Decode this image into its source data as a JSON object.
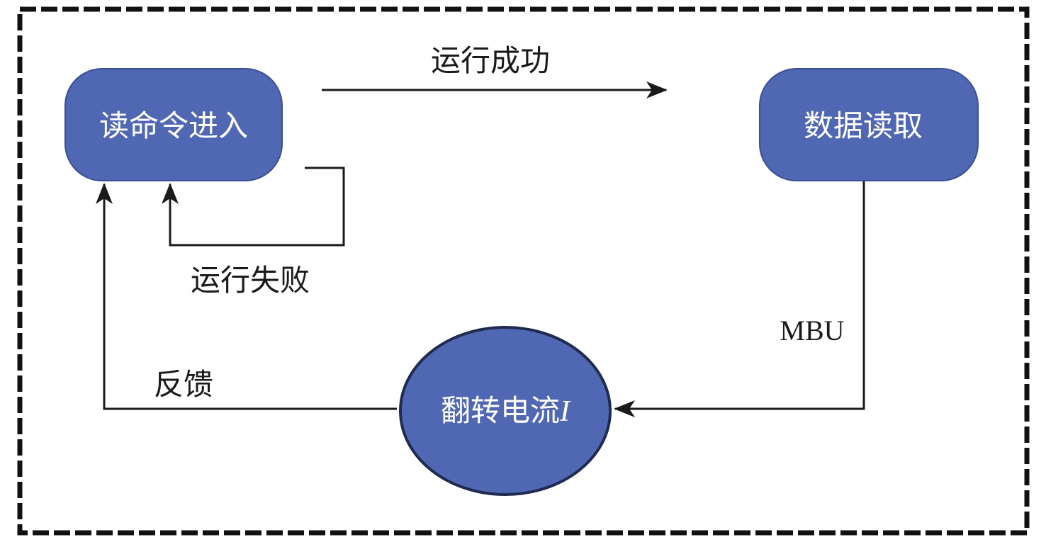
{
  "colors": {
    "node_fill": "#5068b4",
    "node_stroke": "#3a4f96",
    "circle_stroke": "#1f2b4f",
    "line": "#1a1a1a",
    "border": "#111111"
  },
  "nodes": {
    "read_command": {
      "label": "读命令进入"
    },
    "data_read": {
      "label": "数据读取"
    },
    "flip_current": {
      "label": "翻转电流",
      "variable": "I"
    }
  },
  "edges": {
    "run_success": {
      "label": "运行成功"
    },
    "run_failure": {
      "label": "运行失败"
    },
    "mbu": {
      "label": "MBU"
    },
    "feedback": {
      "label": "反馈"
    }
  }
}
